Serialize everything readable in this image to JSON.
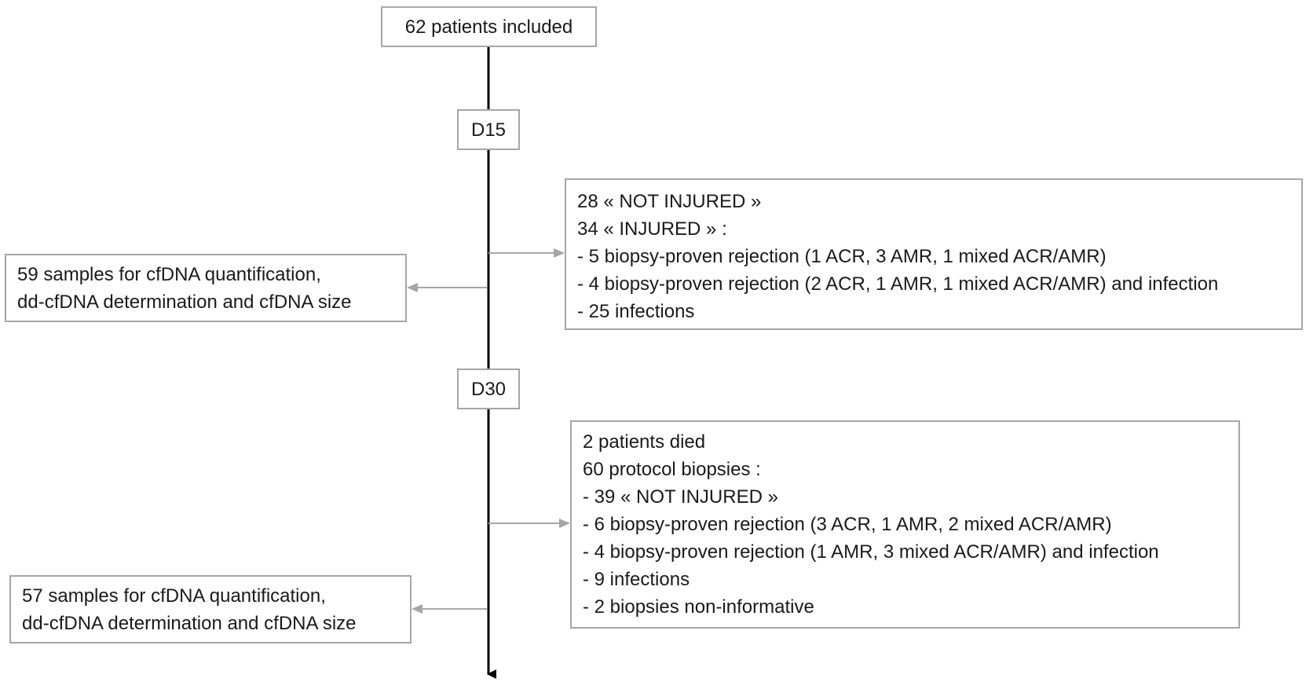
{
  "nodes": {
    "start": "62 patients included",
    "d15": "D15",
    "d30": "D30",
    "d15_outcomes": {
      "lines": [
        "28 « NOT INJURED »",
        "34 «  INJURED  » :",
        "- 5 biopsy-proven rejection (1 ACR, 3 AMR, 1 mixed ACR/AMR)",
        "- 4 biopsy-proven rejection (2 ACR, 1 AMR, 1 mixed ACR/AMR) and infection",
        "- 25 infections"
      ]
    },
    "d15_samples": {
      "lines": [
        "59 samples for cfDNA quantification,",
        "dd-cfDNA determination and cfDNA size"
      ]
    },
    "d30_outcomes": {
      "lines": [
        "2 patients died",
        "60 protocol biopsies :",
        "- 39 « NOT INJURED »",
        "- 6 biopsy-proven rejection (3 ACR, 1 AMR, 2 mixed ACR/AMR)",
        "- 4 biopsy-proven rejection (1 AMR, 3 mixed ACR/AMR) and infection",
        "- 9 infections",
        "- 2 biopsies non-informative"
      ]
    },
    "d30_samples": {
      "lines": [
        "57 samples for cfDNA quantification,",
        "dd-cfDNA determination and cfDNA size"
      ]
    }
  },
  "colors": {
    "timeline": "#000000",
    "branch_arrow": "#a6a6a6",
    "box_border": "#a6a6a6",
    "text": "#1a1a1a"
  }
}
